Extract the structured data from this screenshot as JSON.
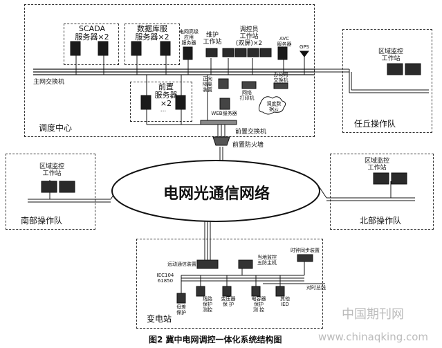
{
  "diagram": {
    "center_network": "电网光通信网络",
    "dispatch_center": {
      "name": "调度中心",
      "scada": "SCADA\n服务器×2",
      "database": "数据库服\n服务器×2",
      "frontend": "前置\n服务器×2",
      "grid_app": "电网高级\n应用\n服务器",
      "maintenance": "维护\n工作站",
      "dispatcher": "调控员\n工作站\n(双屏)×2",
      "avc": "AVC\n服务器",
      "gps": "GPS",
      "main_switch": "主网交换机",
      "isolator": "正向\n隔离\n装置",
      "printer": "网络\n打印机",
      "office_switch": "办公网\n交换机",
      "dispatch_data": "调度数\n据云",
      "web_server": "WEB服务器",
      "front_switch": "前置交换机",
      "front_firewall": "前置防火墙",
      "ellipsis": "..."
    },
    "renqiu": {
      "name": "任丘操作队",
      "workstation": "区域监控\n工作站"
    },
    "south": {
      "name": "南部操作队",
      "workstation": "区域监控\n工作站"
    },
    "north": {
      "name": "北部操作队",
      "workstation": "区域监控\n工作站"
    },
    "substation": {
      "name": "变电站",
      "remote_comm": "远动通信装置",
      "local_monitor": "当地监控\n五防主机",
      "time_sync": "时钟同步装置",
      "iec": "IEC104\n61850",
      "time_bus": "对时总线",
      "busbar": "母差\n保护",
      "line": "线路\n保护\n测控",
      "transformer": "变压器\n保 护",
      "capacitor": "电容器\n保护\n测 控",
      "other": "其他\nIED"
    },
    "caption": "图2  冀中电网调控一体化系统结构图",
    "watermark": "中国期刊网",
    "watermark_url": "www.chinaqking.com"
  }
}
